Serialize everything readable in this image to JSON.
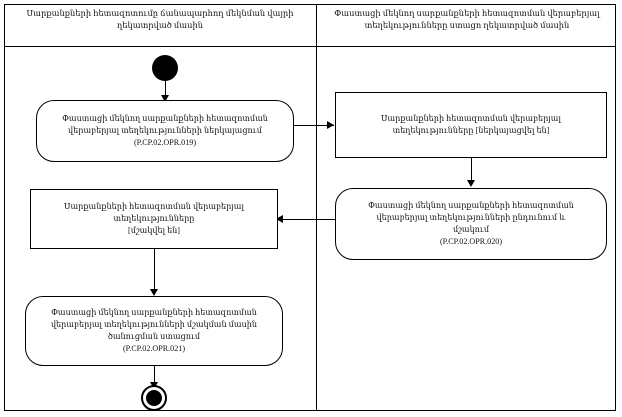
{
  "diagram": {
    "title": "UML Activity Diagram with Swimlanes",
    "lanes": [
      {
        "id": "left",
        "header": "Սարքանքների հետազոտումը ճանապարհող մեկնման վայրի\nղեկատրված մասին"
      },
      {
        "id": "right",
        "header": "Փաստացի մեկնող սարքանքների հետազոտման վերաբերյալ\nտեղեկությունները ստացո ղեկատրված մասին"
      }
    ],
    "nodes": {
      "start": {
        "kind": "initial-node",
        "label": ""
      },
      "activity_019": {
        "kind": "activity",
        "shape": "rounded",
        "label": "Փաստացի մեկնող սարքանքների հետազոտման\nվերաբերյալ տեղեկությունների ներկայացում\n(P.CP.02.OPR.019)",
        "code": "P.CP.02.OPR.019"
      },
      "object_presented": {
        "kind": "object-node",
        "shape": "rectangle",
        "label": "Սարքանքների հետազոտման վերաբերյալ\nտեղեկությունները [ներկայացվել են]",
        "state": "[ներկայացվել են]"
      },
      "activity_020": {
        "kind": "activity",
        "shape": "rounded",
        "label": "Փաստացի մեկնող սարքանքների հետազոտման\nվերաբերյալ տեղեկությունների ընդունում և\nմշակում\n(P.CP.02.OPR.020)",
        "code": "P.CP.02.OPR.020"
      },
      "object_processed": {
        "kind": "object-node",
        "shape": "rectangle",
        "label": "Սարքանքների հետազոտման վերաբերյալ\nտեղեկությունները\n[մշակվել են]",
        "state": "[մշակվել են]"
      },
      "activity_021": {
        "kind": "activity",
        "shape": "rounded",
        "label": "Փաստացի մեկնող սարքանքների հետազոտման\nվերաբերյալ տեղեկությունների մշակման մասին\nծանուցման ստացում\n(P.CP.02.OPR.021)",
        "code": "P.CP.02.OPR.021"
      },
      "end": {
        "kind": "final-node",
        "label": ""
      }
    },
    "colors": {
      "stroke": "#000000",
      "fill": "#ffffff",
      "text": "#111111"
    }
  }
}
